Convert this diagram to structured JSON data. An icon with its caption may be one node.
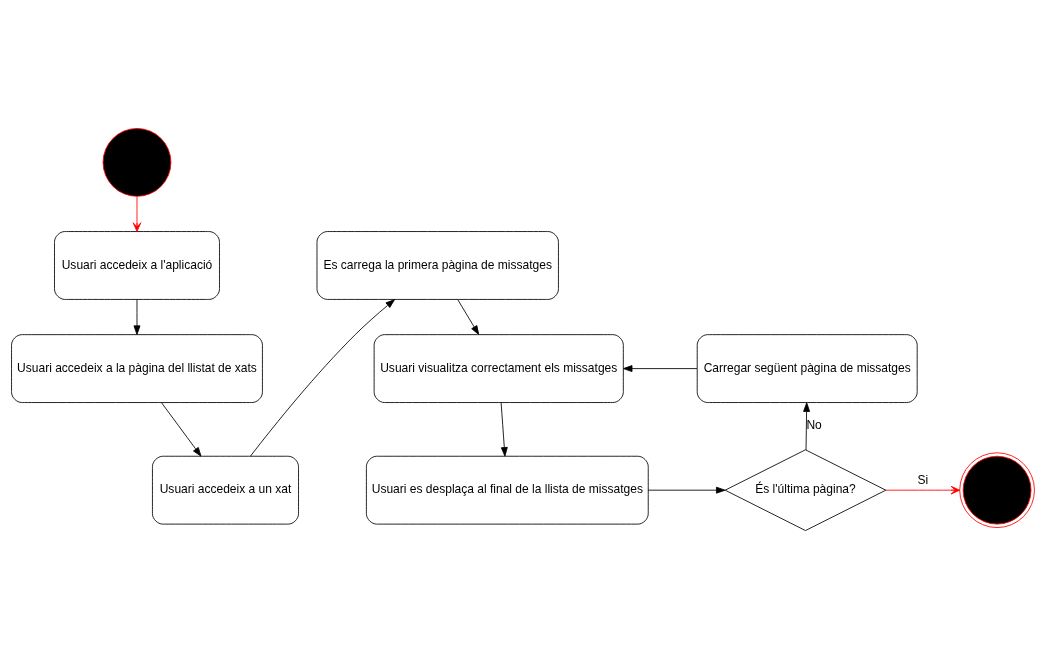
{
  "diagram": {
    "nodes": [
      {
        "text": [],
        "shape": "circle"
      },
      {
        "text": [
          "Usuari accedeix a l'aplicació"
        ]
      },
      {
        "text": [
          "Usuari accedeix a la pàgina del llistat de xats"
        ]
      },
      {
        "text": [
          "Usuari accedeix a un xat"
        ]
      },
      {
        "text": [
          "Es carrega la primera pàgina de missatges"
        ]
      },
      {
        "text": [
          "Usuari visualitza correctament els missatges"
        ]
      },
      {
        "text": [
          "Carregar següent pàgina de missatges"
        ]
      },
      {
        "text": [
          "Usuari es desplaça al final de la llista de missatges"
        ]
      },
      {
        "text": [
          "És l'última pàgina?"
        ]
      },
      {
        "text": [],
        "shape": "circle"
      }
    ],
    "edges": [
      {
        "from": 0,
        "to": 1,
        "arrow": "to",
        "color": "#ff0000"
      },
      {
        "from": 1,
        "to": 2,
        "arrow": "to"
      },
      {
        "from": 2,
        "to": 3,
        "arrow": "to"
      },
      {
        "from": 3,
        "to": 4,
        "arrow": "to"
      },
      {
        "from": 4,
        "to": 5,
        "arrow": "to"
      },
      {
        "from": 5,
        "to": 7,
        "arrow": "to"
      },
      {
        "from": 7,
        "to": 8,
        "arrow": "to"
      },
      {
        "from": 8,
        "to": 6,
        "arrow": "to",
        "label": "No"
      },
      {
        "from": 6,
        "to": 5,
        "arrow": "to"
      },
      {
        "from": 8,
        "to": 9,
        "arrow": "to",
        "label": "Si",
        "color": "#ff0000"
      }
    ]
  }
}
